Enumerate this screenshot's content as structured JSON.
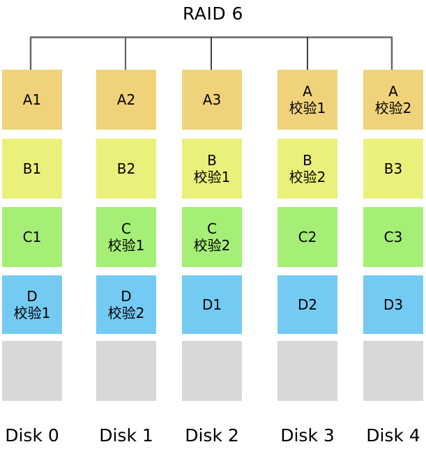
{
  "title": "RAID 6",
  "colors": {
    "row_a": "#F0D27A",
    "row_b": "#EBF07A",
    "row_c": "#A5EF76",
    "row_d": "#74CAF2",
    "row_empty": "#D8D8D8",
    "line": "#666666",
    "text": "#000000",
    "background": "#FFFFFF"
  },
  "disks": [
    {
      "label": "Disk 0"
    },
    {
      "label": "Disk 1"
    },
    {
      "label": "Disk 2"
    },
    {
      "label": "Disk 3"
    },
    {
      "label": "Disk 4"
    }
  ],
  "stripes": [
    {
      "name": "A",
      "color": "#F0D27A",
      "blocks": [
        {
          "line1": "A1",
          "line2": "",
          "kind": "data"
        },
        {
          "line1": "A2",
          "line2": "",
          "kind": "data"
        },
        {
          "line1": "A3",
          "line2": "",
          "kind": "data"
        },
        {
          "line1": "A",
          "line2": "校验1",
          "kind": "parity"
        },
        {
          "line1": "A",
          "line2": "校验2",
          "kind": "parity"
        }
      ]
    },
    {
      "name": "B",
      "color": "#EBF07A",
      "blocks": [
        {
          "line1": "B1",
          "line2": "",
          "kind": "data"
        },
        {
          "line1": "B2",
          "line2": "",
          "kind": "data"
        },
        {
          "line1": "B",
          "line2": "校验1",
          "kind": "parity"
        },
        {
          "line1": "B",
          "line2": "校验2",
          "kind": "parity"
        },
        {
          "line1": "B3",
          "line2": "",
          "kind": "data"
        }
      ]
    },
    {
      "name": "C",
      "color": "#A5EF76",
      "blocks": [
        {
          "line1": "C1",
          "line2": "",
          "kind": "data"
        },
        {
          "line1": "C",
          "line2": "校验1",
          "kind": "parity"
        },
        {
          "line1": "C",
          "line2": "校验2",
          "kind": "parity"
        },
        {
          "line1": "C2",
          "line2": "",
          "kind": "data"
        },
        {
          "line1": "C3",
          "line2": "",
          "kind": "data"
        }
      ]
    },
    {
      "name": "D",
      "color": "#74CAF2",
      "blocks": [
        {
          "line1": "D",
          "line2": "校验1",
          "kind": "parity"
        },
        {
          "line1": "D",
          "line2": "校验2",
          "kind": "parity"
        },
        {
          "line1": "D1",
          "line2": "",
          "kind": "data"
        },
        {
          "line1": "D2",
          "line2": "",
          "kind": "data"
        },
        {
          "line1": "D3",
          "line2": "",
          "kind": "data"
        }
      ]
    },
    {
      "name": "empty",
      "color": "#D8D8D8",
      "blocks": [
        {
          "line1": "",
          "line2": "",
          "kind": "empty"
        },
        {
          "line1": "",
          "line2": "",
          "kind": "empty"
        },
        {
          "line1": "",
          "line2": "",
          "kind": "empty"
        },
        {
          "line1": "",
          "line2": "",
          "kind": "empty"
        },
        {
          "line1": "",
          "line2": "",
          "kind": "empty"
        }
      ]
    }
  ]
}
